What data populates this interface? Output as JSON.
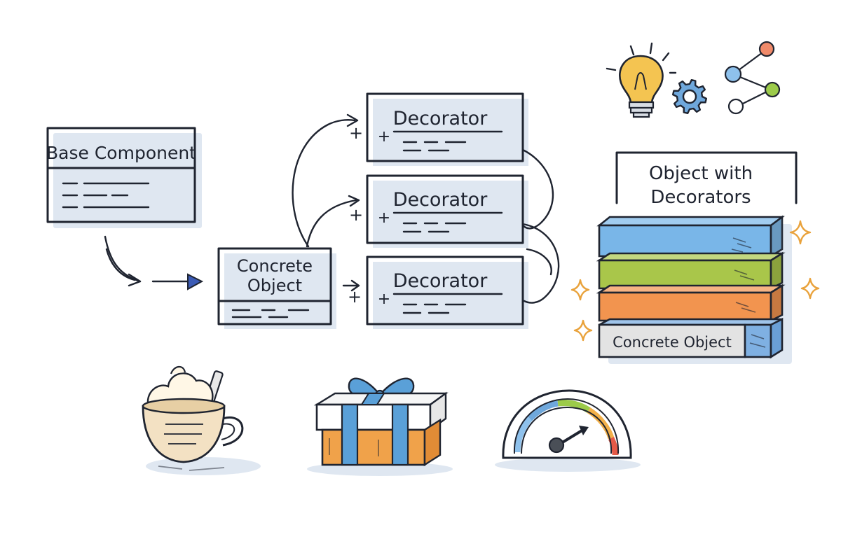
{
  "base_component": {
    "title": "Base Component"
  },
  "concrete_object": {
    "line1": "Concrete",
    "line2": "Object"
  },
  "decorators": [
    {
      "label": "Decorator",
      "plus": "+",
      "fill": "#eaf1fa"
    },
    {
      "label": "Decorator",
      "plus": "+",
      "fill": "#f7e6d2"
    },
    {
      "label": "Decorator",
      "plus": "+",
      "fill": "#dbe8cc"
    }
  ],
  "result": {
    "title_line1": "Object with",
    "title_line2": "Decorators",
    "base_label": "Concrete Object",
    "layer_colors": [
      "#79b6e8",
      "#a9c64a",
      "#f2944f"
    ]
  },
  "icons": [
    "lightbulb-icon",
    "gear-icon",
    "nodes-icon",
    "coffee-cup-icon",
    "gift-box-icon",
    "speedometer-icon"
  ],
  "colors": {
    "ink": "#1f2430",
    "accent_blue": "#3b5bb5",
    "sparkle": "#e9a23b"
  }
}
